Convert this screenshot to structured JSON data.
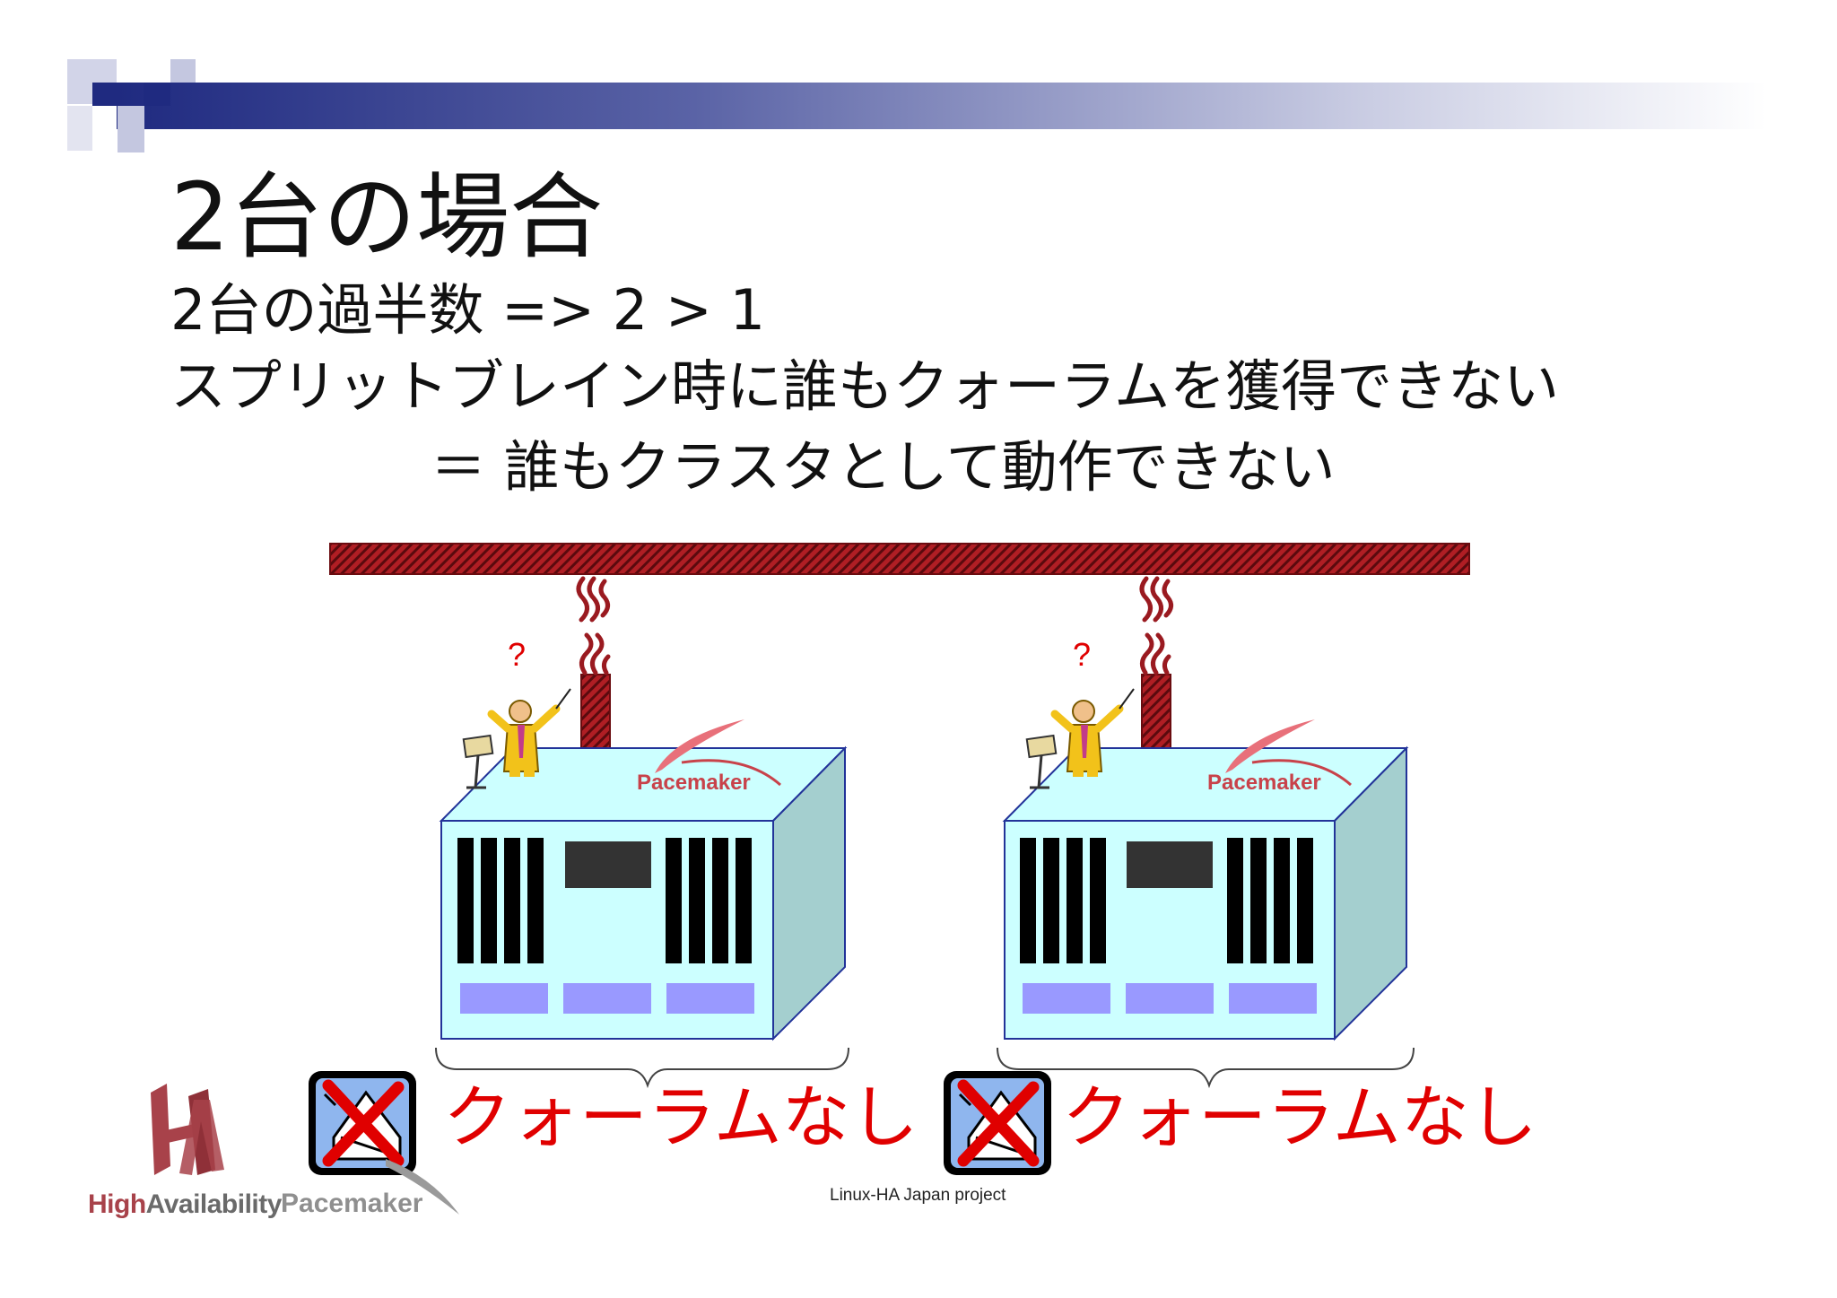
{
  "slide": {
    "title": "2台の場合",
    "line1": "2台の過半数 => 2 > 1",
    "line2": "スプリットブレイン時に誰もクォーラムを獲得できない",
    "line3": "＝ 誰もクラスタとして動作できない"
  },
  "diagram": {
    "nodes": [
      {
        "question": "?",
        "product": "Pacemaker",
        "status": "クォーラムなし"
      },
      {
        "question": "?",
        "product": "Pacemaker",
        "status": "クォーラムなし"
      }
    ]
  },
  "logos": {
    "ha_high": "High",
    "ha_availability": "Availability",
    "pacemaker": "Pacemaker"
  },
  "footer": "Linux-HA Japan project",
  "colors": {
    "header_bar": "#1f2a80",
    "network_bar": "#b01e24",
    "server_front": "#ccffff",
    "server_side": "#a4cfcf",
    "disk_slot": "#9999ff",
    "quorum_text": "#e00000",
    "pacemaker_red": "#c8424a"
  }
}
